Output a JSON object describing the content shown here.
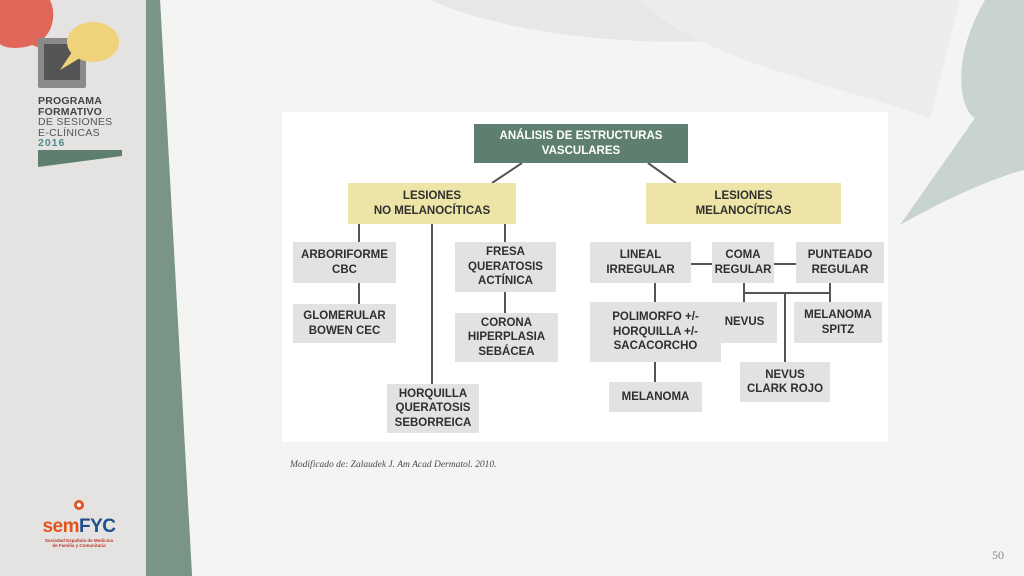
{
  "sidebar": {
    "program_line1": "PROGRAMA",
    "program_line2": "FORMATIVO",
    "program_line3": "DE SESIONES",
    "program_line4": "E-CLÍNICAS",
    "program_year": "2016",
    "org_logo_text_a": "sem",
    "org_logo_text_b": "FYC",
    "org_logo_sub1": "Sociedad Española de Medicina",
    "org_logo_sub2": "de Familia y Comunitaria"
  },
  "diagram": {
    "root": "ANÁLISIS DE ESTRUCTURAS\nVASCULARES",
    "left_category": "LESIONES\nNO MELANOCÍTICAS",
    "right_category": "LESIONES\nMELANOCÍTICAS",
    "left_nodes": {
      "arboriforme": "ARBORIFORME\nCBC",
      "glomerular": "GLOMERULAR\nBOWEN CEC",
      "horquilla": "HORQUILLA\nQUERATOSIS\nSEBORREICA",
      "fresa": "FRESA\nQUERATOSIS\nACTÍNICA",
      "corona": "CORONA\nHIPERPLASIA\nSEBÁCEA"
    },
    "right_nodes": {
      "lineal": "LINEAL\nIRREGULAR",
      "polimorfo": "POLIMORFO +/-\nHORQUILLA +/-\nSACACORCHO",
      "melanoma": "MELANOMA",
      "coma": "COMA\nREGULAR",
      "punteado": "PUNTEADO\nREGULAR",
      "nevus": "NEVUS",
      "melanoma_spitz": "MELANOMA\nSPITZ",
      "nevus_clark": "NEVUS\nCLARK ROJO"
    }
  },
  "caption": "Modificado de: Zalaudek J. Am Acad Dermatol. 2010.",
  "page_number": "50",
  "colors": {
    "root_box": "#5e7f70",
    "category_box": "#ede5a7",
    "leaf_box": "#e2e2e2",
    "connector": "#555555",
    "sidebar_stripe": "#7a9488"
  }
}
